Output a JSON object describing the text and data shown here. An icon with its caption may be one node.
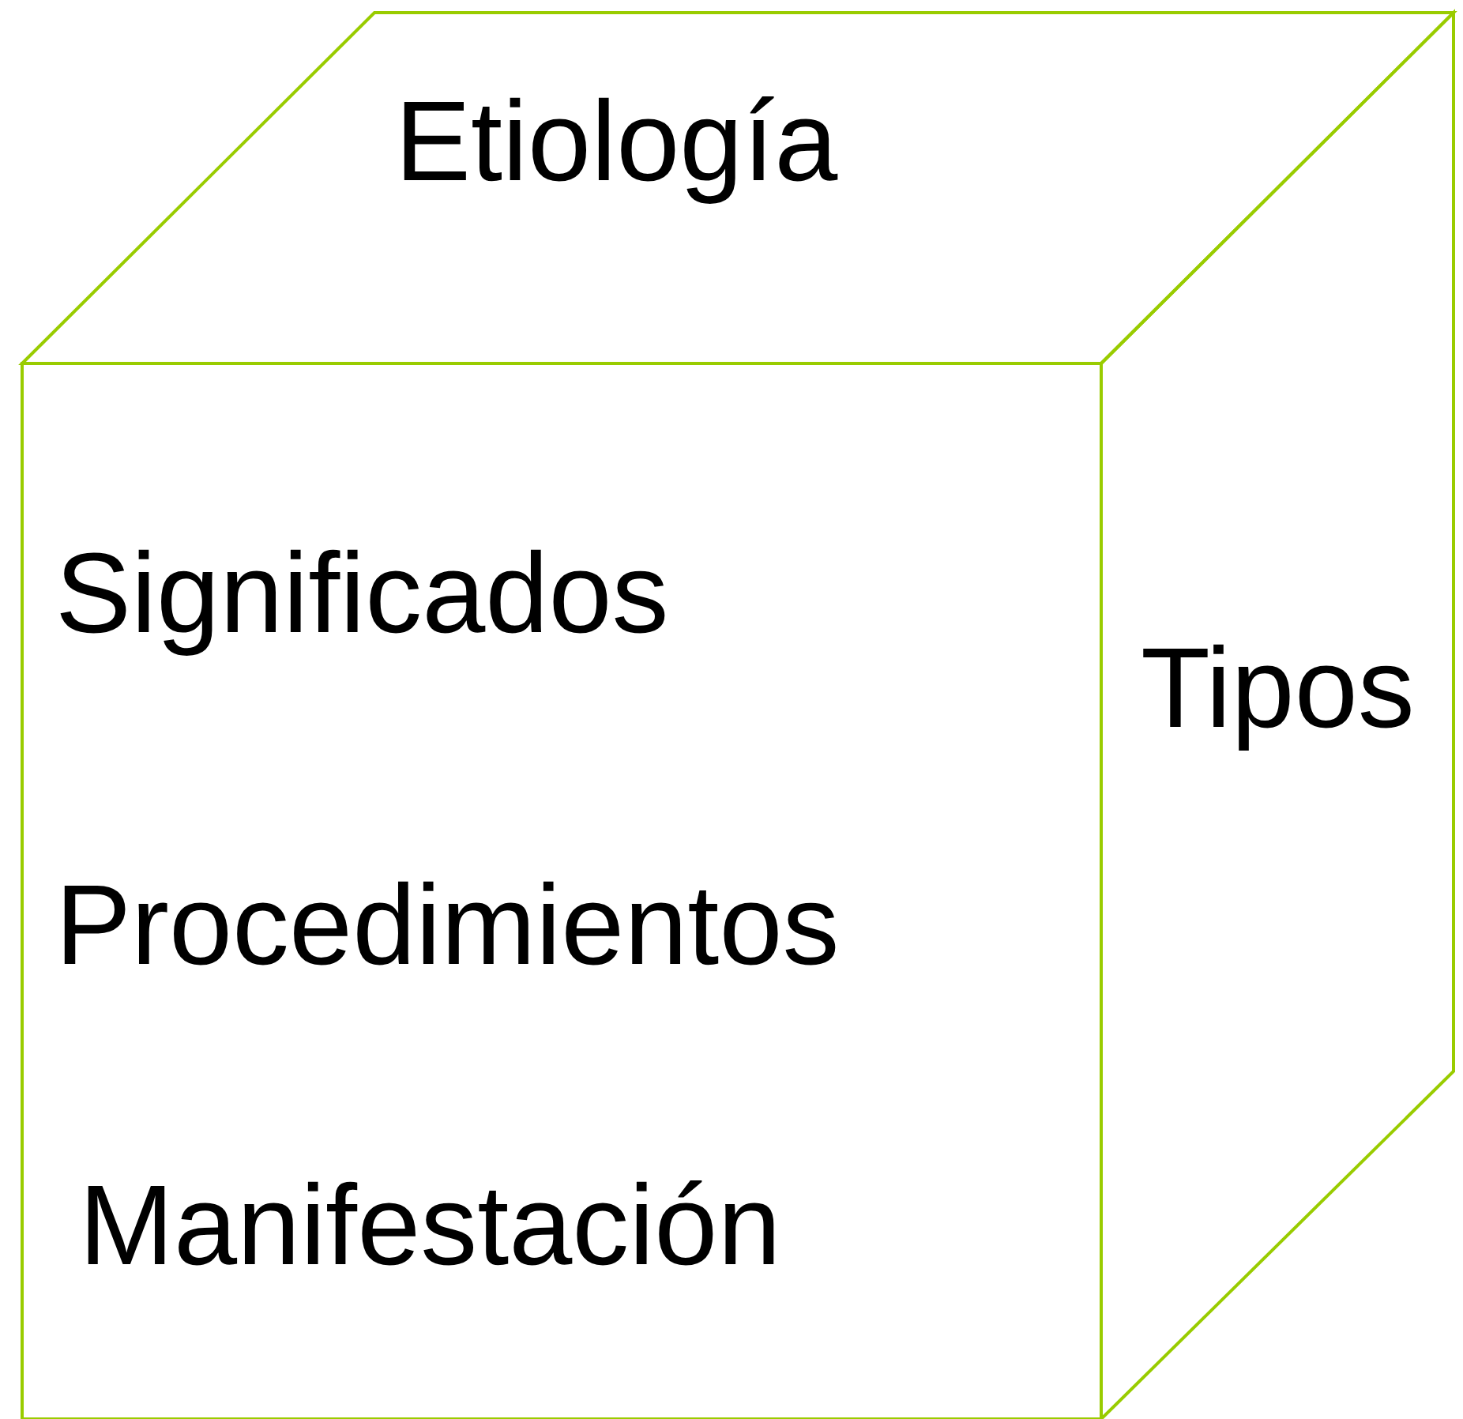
{
  "diagram": {
    "nodes": [
      {
        "text": [
          "Etiología"
        ]
      },
      {
        "text": [
          "Significados",
          "Procedimientos",
          "Manifestación"
        ]
      },
      {
        "text": [
          "Tipos"
        ]
      }
    ]
  }
}
